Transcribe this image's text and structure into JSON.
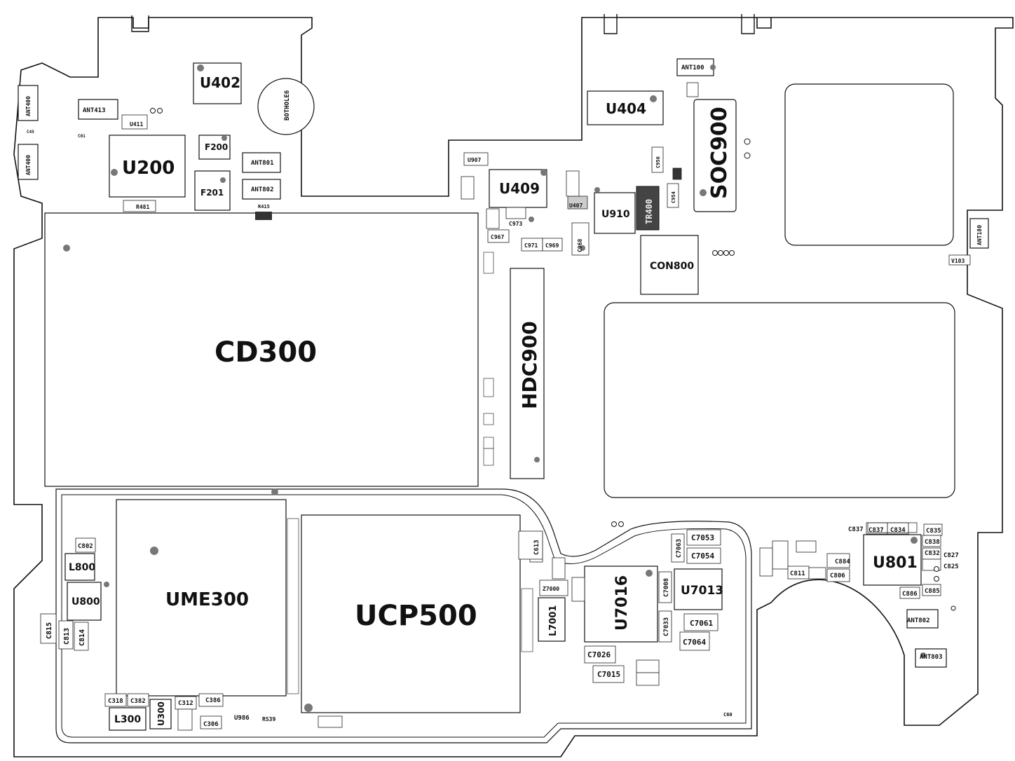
{
  "major": {
    "cd300": "CD300",
    "ucp500": "UCP500",
    "ume300": "UME300",
    "hdc900": "HDC900",
    "soc900": "SOC900"
  },
  "chips": {
    "u402": "U402",
    "u200": "U200",
    "u404": "U404",
    "u409": "U409",
    "u910": "U910",
    "tr400": "TR400",
    "con800": "CON800",
    "u7016": "U7016",
    "u7013": "U7013",
    "u801": "U801",
    "u800": "U800",
    "l800": "L800",
    "l300": "L300",
    "u300": "U300",
    "l7001": "L7001",
    "f200": "F200",
    "f201": "F201",
    "bothole": "BOTHOLE6",
    "u411": "U411",
    "u907": "U907",
    "u407": "U407",
    "r481": "R481"
  },
  "antennas": {
    "ant413": "ANT413",
    "ant400a": "ANT400",
    "ant400b": "ANT400",
    "ant801": "ANT801",
    "ant802top": "ANT802",
    "ant100": "ANT100",
    "ant180": "ANT180",
    "ant802bot": "ANT802",
    "ant803": "ANT803"
  },
  "caps": {
    "c7053": "C7053",
    "c7054": "C7054",
    "c7061": "C7061",
    "c7064": "C7064",
    "c7026": "C7026",
    "c7015": "C7015",
    "c7063": "C7063",
    "c7008": "C7008",
    "c7033": "C7033",
    "c815": "C815",
    "c813": "C813",
    "c814": "C814",
    "c802": "C802",
    "c312": "C312",
    "c386": "C386",
    "c318": "C318",
    "c382": "C382",
    "c306": "C306",
    "c613": "C613",
    "c837a": "C837",
    "c837b": "C837",
    "c834": "C834",
    "c835": "C835",
    "c838": "C838",
    "c832": "C832",
    "c827": "C827",
    "c825": "C825",
    "c884": "C884",
    "c806": "C806",
    "c811": "C811",
    "c886": "C886",
    "c885": "C885",
    "c973": "C973",
    "c971": "C971",
    "c969": "C969",
    "c967": "C967",
    "c956": "C956",
    "c954": "C954",
    "c968": "C968",
    "u986": "U986",
    "rs39": "RS39",
    "z7000": "Z7000",
    "v103": "V103",
    "r415": "R415",
    "c60": "C60",
    "c45": "C45",
    "c01": "C01"
  }
}
